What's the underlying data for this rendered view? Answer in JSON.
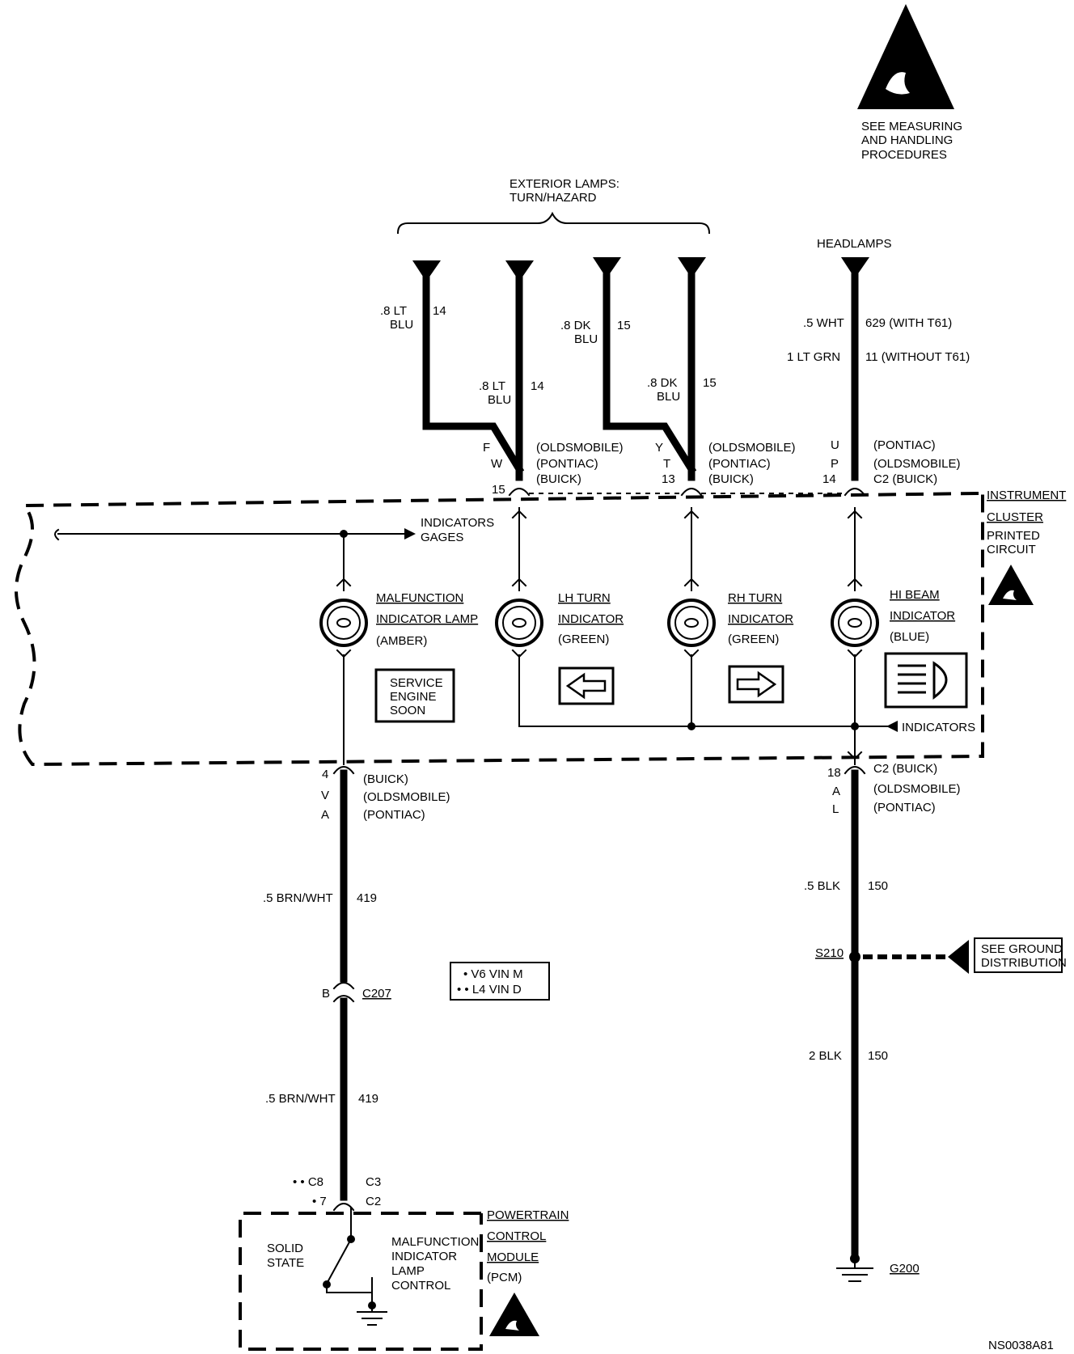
{
  "esd_top": {
    "line1": "SEE MEASURING",
    "line2": "AND HANDLING",
    "line3": "PROCEDURES"
  },
  "exterior_lamps": {
    "line1": "EXTERIOR LAMPS:",
    "line2": "TURN/HAZARD"
  },
  "headlamps": "HEADLAMPS",
  "wires": {
    "w1": {
      "size1": ".8 LT",
      "size2": "BLU",
      "circuit": "14"
    },
    "w2": {
      "size1": ".8 LT",
      "size2": "BLU",
      "circuit": "14"
    },
    "w3": {
      "size1": ".8 DK",
      "size2": "BLU",
      "circuit": "15"
    },
    "w4": {
      "size1": ".8 DK",
      "size2": "BLU",
      "circuit": "15"
    },
    "w5a": {
      "size": ".5 WHT",
      "circuit": "629 (WITH T61)"
    },
    "w5b": {
      "size": "1 LT GRN",
      "circuit": "11 (WITHOUT T61)"
    },
    "mil_wire1": {
      "size": ".5 BRN/WHT",
      "circuit": "419"
    },
    "mil_wire2": {
      "size": ".5 BRN/WHT",
      "circuit": "419"
    },
    "gnd_wire1": {
      "size": ".5 BLK",
      "circuit": "150"
    },
    "gnd_wire2": {
      "size": "2 BLK",
      "circuit": "150"
    }
  },
  "connectors": {
    "lh": {
      "p1": "F",
      "p2": "W",
      "p3": "15",
      "b1": "(OLDSMOBILE)",
      "b2": "(PONTIAC)",
      "b3": "(BUICK)"
    },
    "rh": {
      "p1": "Y",
      "p2": "T",
      "p3": "13",
      "b1": "(OLDSMOBILE)",
      "b2": "(PONTIAC)",
      "b3": "(BUICK)"
    },
    "hb": {
      "p1": "U",
      "p2": "P",
      "p3": "14",
      "b1": "(PONTIAC)",
      "b2": "(OLDSMOBILE)",
      "b3": "C2 (BUICK)"
    },
    "mil": {
      "p1": "4",
      "p2": "V",
      "p3": "A",
      "b1": "(BUICK)",
      "b2": "(OLDSMOBILE)",
      "b3": "(PONTIAC)"
    },
    "gnd": {
      "p1": "18",
      "p2": "A",
      "p3": "L",
      "b1": "C2 (BUICK)",
      "b2": "(OLDSMOBILE)",
      "b3": "(PONTIAC)"
    },
    "c207": {
      "pin": "B",
      "name": "C207"
    },
    "pcm": {
      "pin1": "• • C8",
      "pin2": "• 7",
      "c1": "C3",
      "c2": "C2"
    }
  },
  "cluster": {
    "line1": "INSTRUMENT",
    "line2": "CLUSTER",
    "line3": "PRINTED",
    "line4": "CIRCUIT"
  },
  "indicators_gages": {
    "line1": "INDICATORS",
    "line2": "GAGES"
  },
  "indicators_label": "INDICATORS",
  "bulbs": {
    "mil": {
      "line1": "MALFUNCTION",
      "line2": "INDICATOR LAMP",
      "color": "(AMBER)"
    },
    "lh": {
      "line1": "LH TURN",
      "line2": "INDICATOR",
      "color": "(GREEN)"
    },
    "rh": {
      "line1": "RH TURN",
      "line2": "INDICATOR",
      "color": "(GREEN)"
    },
    "hb": {
      "line1": "HI BEAM",
      "line2": "INDICATOR",
      "color": "(BLUE)"
    }
  },
  "service_box": {
    "line1": "SERVICE",
    "line2": "ENGINE",
    "line3": "SOON"
  },
  "legend": {
    "line1": "• V6 VIN M",
    "line2": "• • L4 VIN D"
  },
  "ground": {
    "splice": "S210",
    "see1": "SEE GROUND",
    "see2": "DISTRIBUTION",
    "gnd": "G200"
  },
  "pcm": {
    "s1": "SOLID",
    "s2": "STATE",
    "m1": "MALFUNCTION",
    "m2": "INDICATOR",
    "m3": "LAMP",
    "m4": "CONTROL",
    "n1": "POWERTRAIN",
    "n2": "CONTROL",
    "n3": "MODULE",
    "n4": "(PCM)"
  },
  "figure_id": "NS0038A81"
}
